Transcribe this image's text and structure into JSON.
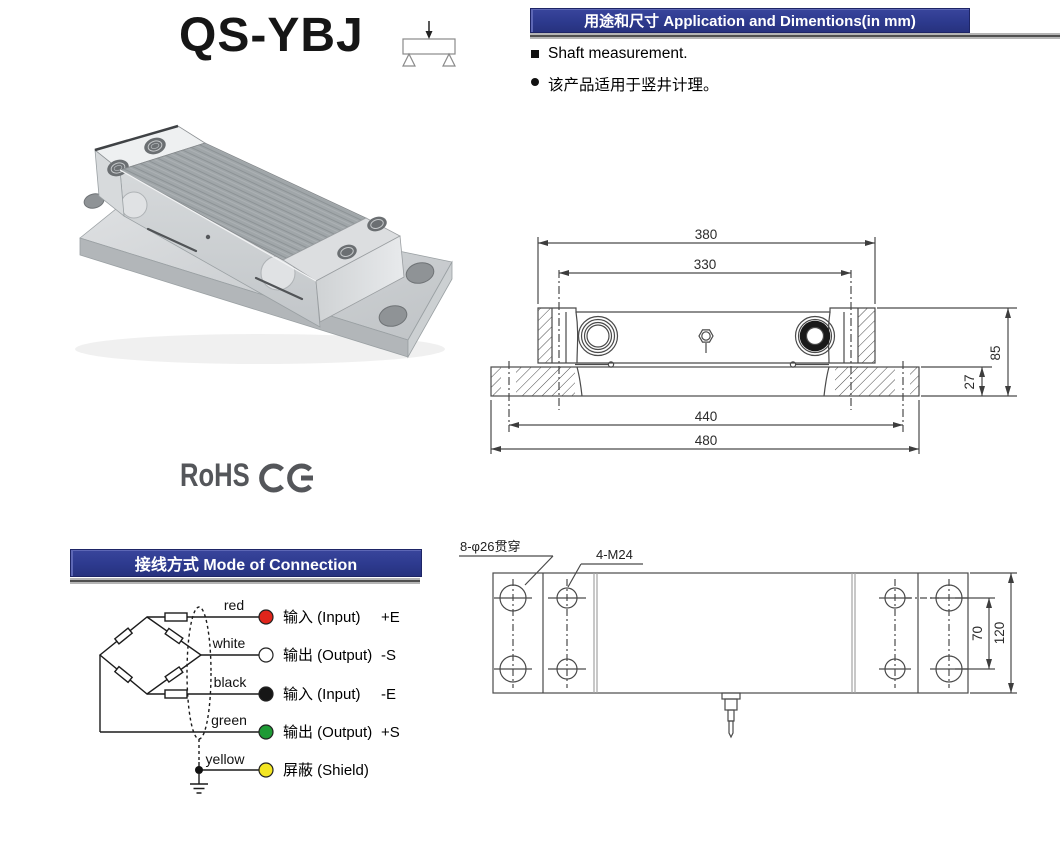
{
  "page": {
    "model": "QS-YBJ"
  },
  "app_section": {
    "header": "用途和尺寸 Application and Dimentions(in mm)",
    "bullet_square": "Shaft measurement.",
    "bullet_round": "该产品适用于竖井计理。"
  },
  "certs": {
    "rohs": "RoHS",
    "ce": "CE"
  },
  "conn_section": {
    "header": "接线方式 Mode of Connection"
  },
  "side_view": {
    "dim_total_top": "380",
    "dim_bolt_span": "330",
    "dim_plate_holes": "440",
    "dim_plate_total": "480",
    "dim_height": "85",
    "dim_plate_thickness": "27"
  },
  "top_view": {
    "label_through_holes": "8-φ26贯穿",
    "label_tapped_holes": "4-M24",
    "dim_hole_spacing": "70",
    "dim_width": "120"
  },
  "wiring": {
    "rows": [
      {
        "wire": "red",
        "color": "#e0251b",
        "label": "输入 (Input)",
        "terminal": "+E"
      },
      {
        "wire": "white",
        "color": "#ffffff",
        "label": "输出 (Output)",
        "terminal": "-S"
      },
      {
        "wire": "black",
        "color": "#161616",
        "label": "输入 (Input)",
        "terminal": "-E"
      },
      {
        "wire": "green",
        "color": "#1e9a35",
        "label": "输出 (Output)",
        "terminal": "+S"
      },
      {
        "wire": "yellow",
        "color": "#f4e622",
        "label": "屏蔽 (Shield)",
        "terminal": ""
      }
    ]
  },
  "colors": {
    "header_bg": "#2d3a8e",
    "header_text": "#ffffff",
    "drawing_line": "#4a4a4a"
  }
}
